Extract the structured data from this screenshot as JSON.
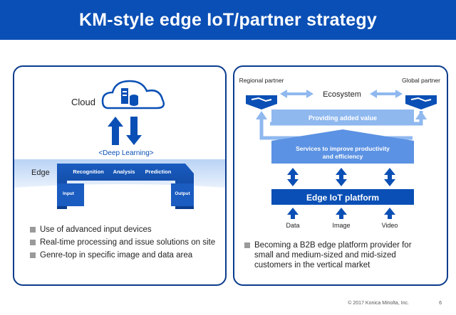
{
  "title": "KM-style edge IoT/partner strategy",
  "left": {
    "cloud_label": "Cloud",
    "deep_learning": "<Deep Learning>",
    "edge_label": "Edge",
    "steps": [
      "Recognition",
      "Analysis",
      "Prediction"
    ],
    "input_label": "Input",
    "output_label": "Output",
    "bullets": [
      "Use of advanced input devices",
      "Real-time processing and issue solutions on site",
      "Genre-top in specific image and data area"
    ]
  },
  "right": {
    "regional_partner": "Regional partner",
    "global_partner": "Global partner",
    "ecosystem": "Ecosystem",
    "added_value": "Providing added value",
    "services": "Services to improve productivity and efficiency",
    "platform": "Edge IoT platform",
    "inputs": [
      "Data",
      "Image",
      "Video"
    ],
    "bullets": [
      "Becoming a B2B edge platform provider for small and medium-sized and mid-sized customers in the vertical market"
    ]
  },
  "footer": "© 2017 Konica Minolta, Inc.",
  "page_number": "6",
  "colors": {
    "brand_blue": "#0a4fb5",
    "light_blue": "#8fb8ef",
    "dark_blue": "#0b3c8c"
  }
}
